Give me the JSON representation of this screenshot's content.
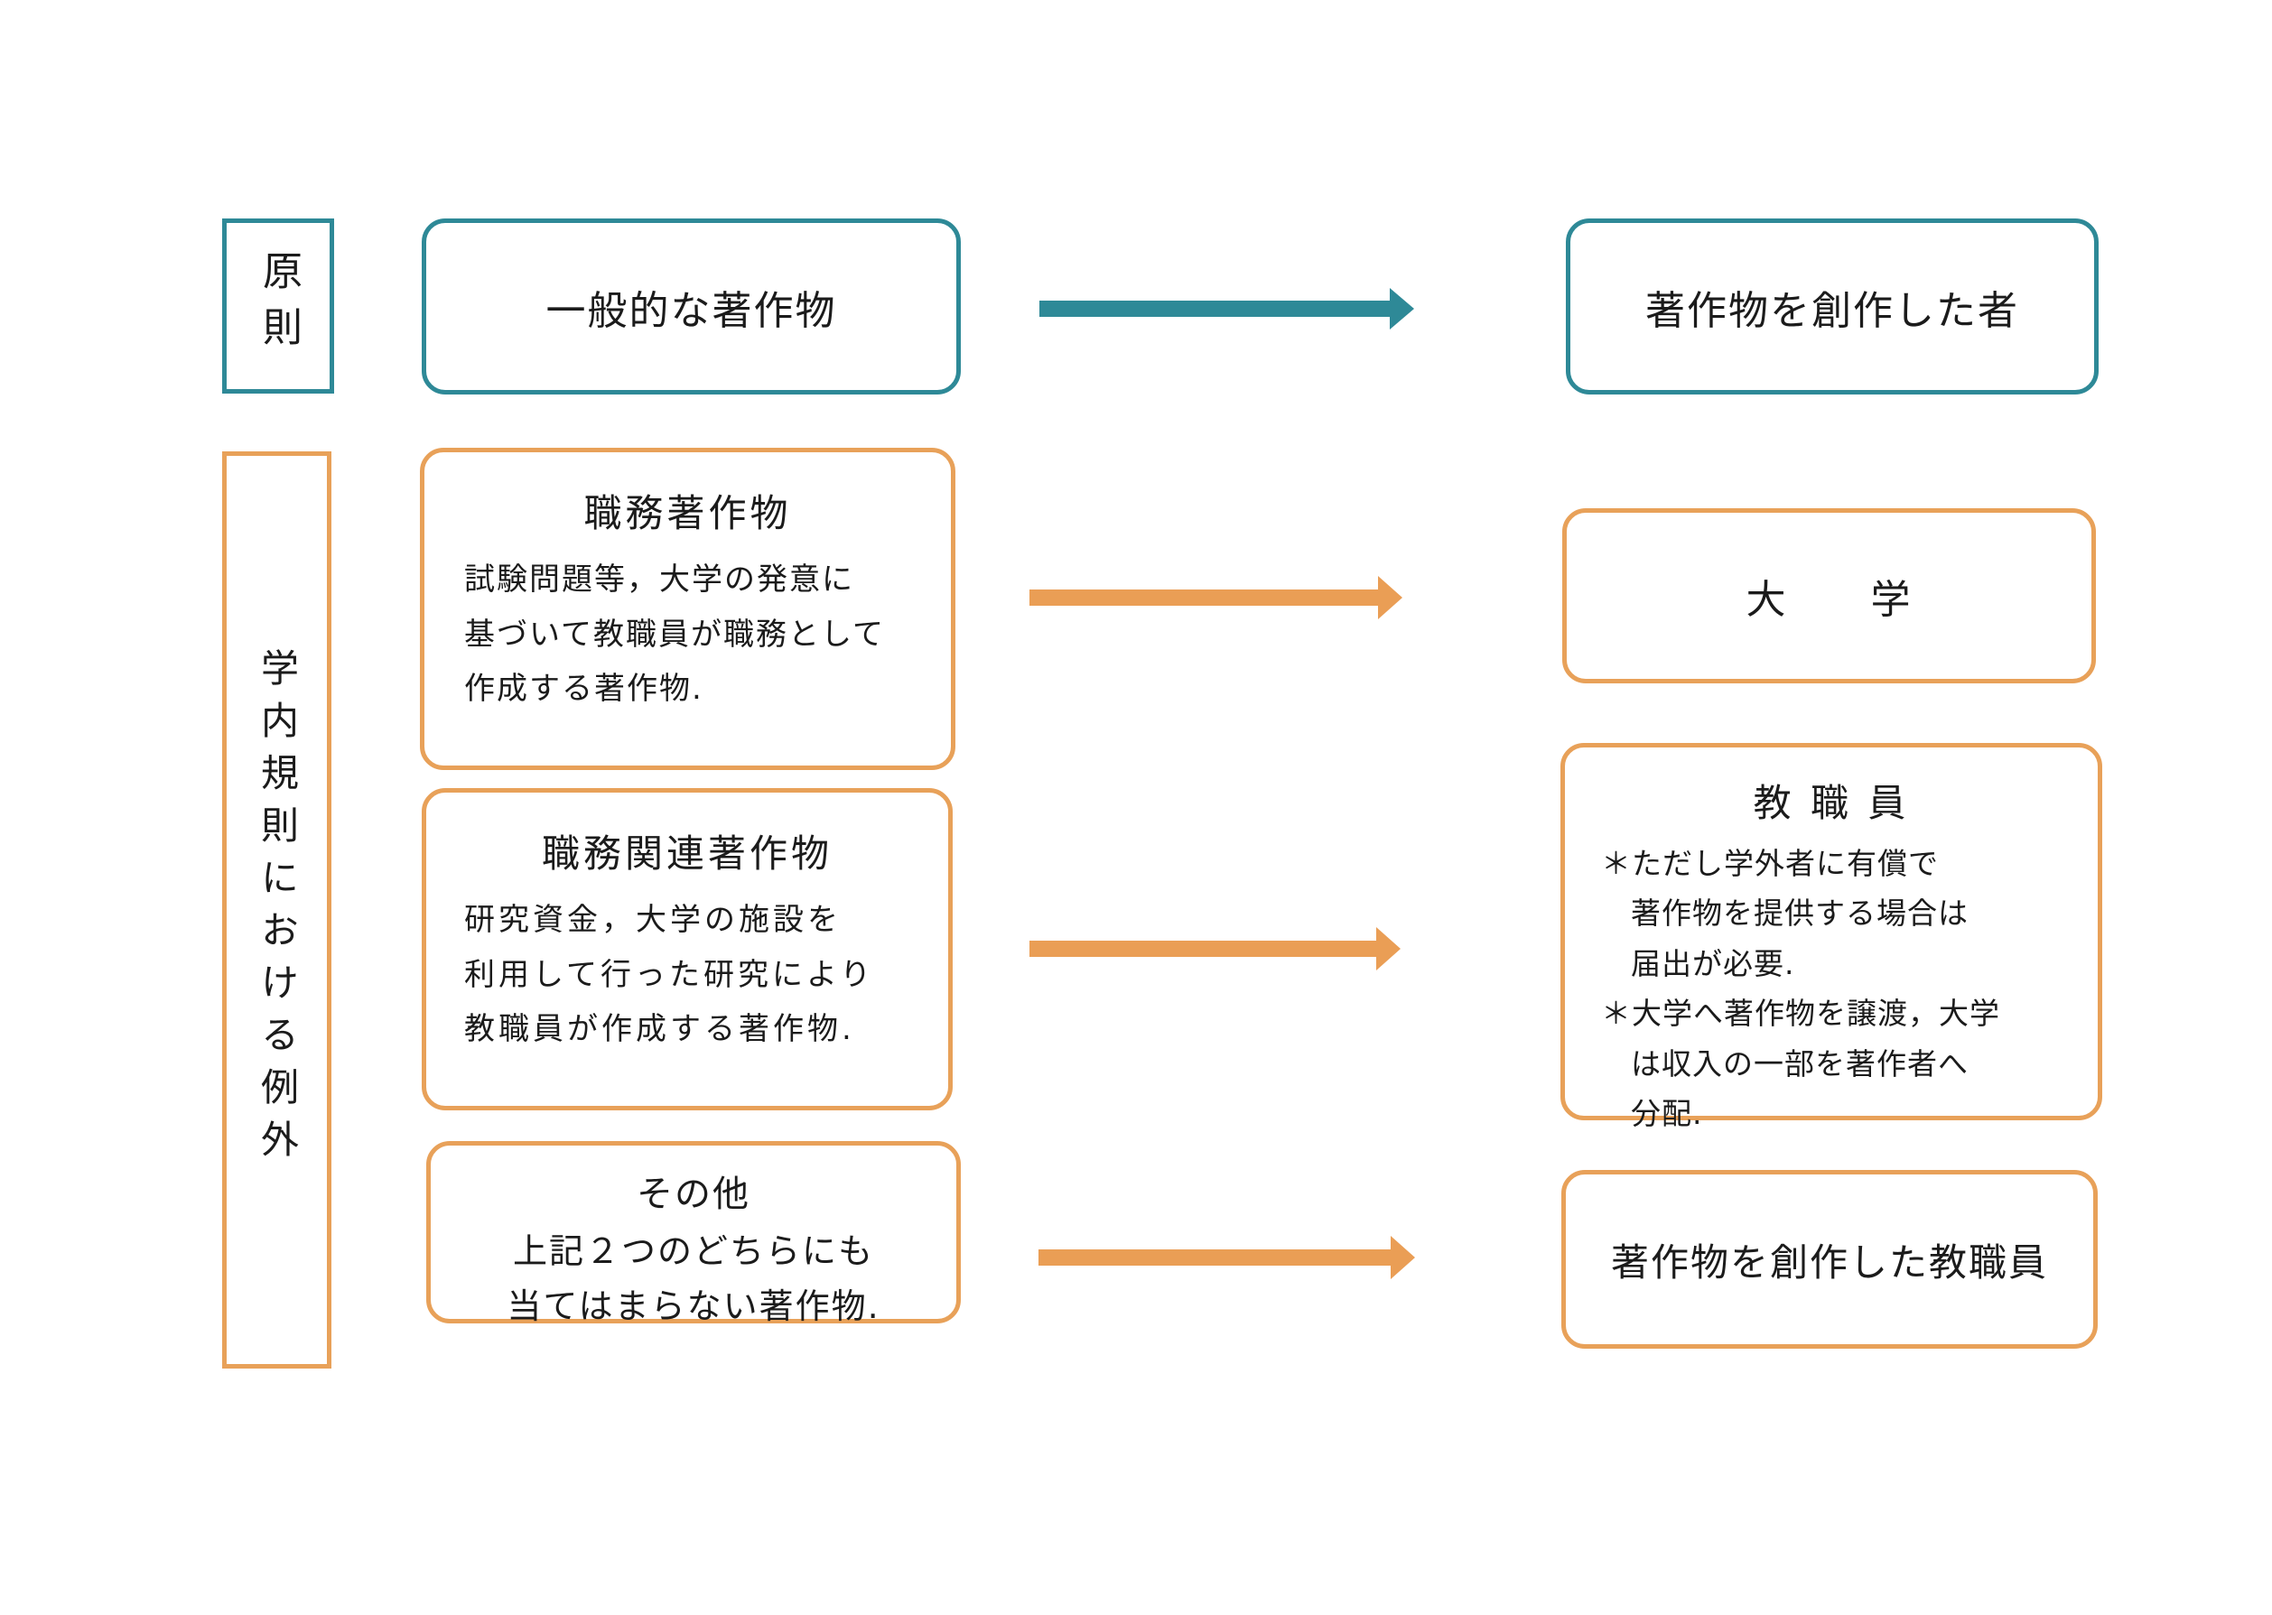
{
  "colors": {
    "teal": "#2E8997",
    "orange_border": "#E8A159",
    "orange_arrow": "#EA9E55",
    "text": "#1B1B1B"
  },
  "principle_row": {
    "side_label": "原則",
    "source_box": "一般的な著作物",
    "result_box": "著作物を創作した者"
  },
  "exception_side_label": "学内規則における例外",
  "work_for_hire": {
    "title": "職務著作物",
    "body_lines": [
      "試験問題等，大学の発意に",
      "基づいて教職員が職務として",
      "作成する著作物."
    ],
    "result": "大　　学"
  },
  "work_related": {
    "title": "職務関連著作物",
    "body_lines": [
      "研究資金，大学の施設を",
      "利用して行った研究により",
      "教職員が作成する著作物."
    ],
    "result_title": "教 職 員",
    "result_notes": [
      [
        "＊ただし学外者に有償で",
        "著作物を提供する場合は",
        "届出が必要."
      ],
      [
        "＊大学へ著作物を譲渡，大学",
        "は収入の一部を著作者へ",
        "分配."
      ]
    ]
  },
  "other": {
    "title": "その他",
    "body_lines": [
      "上記２つのどちらにも",
      "当てはまらない著作物."
    ],
    "result": "著作物を創作した教職員"
  }
}
